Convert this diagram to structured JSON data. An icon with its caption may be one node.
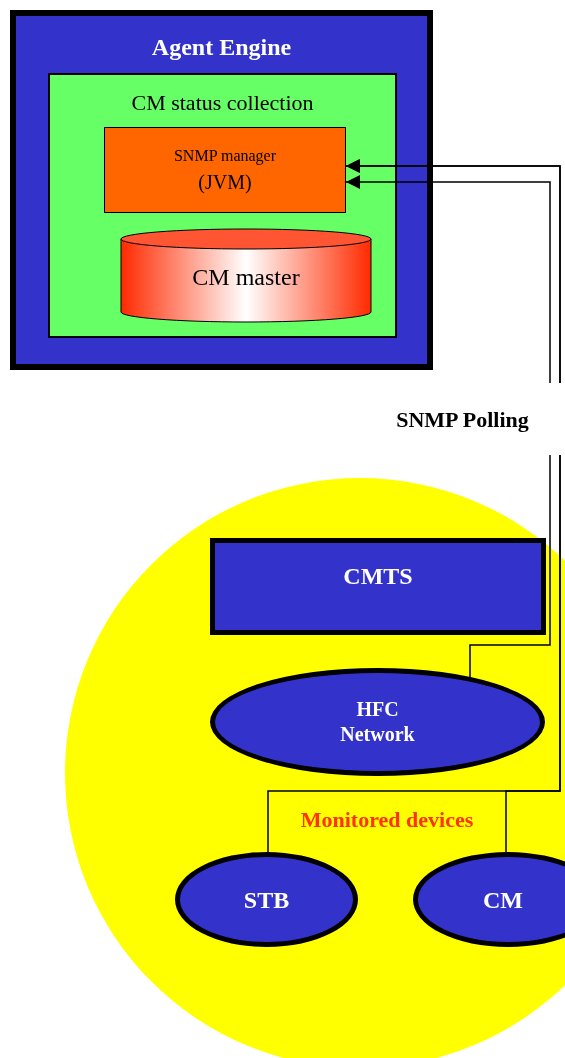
{
  "diagram": {
    "nodes": [
      {
        "text": [
          "Agent Engine"
        ]
      },
      {
        "text": [
          "CM status collection"
        ],
        "in": 0
      },
      {
        "text": [
          "SNMP manager",
          "(JVM)"
        ],
        "in": 1
      },
      {
        "text": [
          "CM master"
        ],
        "in": 1
      },
      {
        "text": [
          "Monitored devices"
        ]
      },
      {
        "text": [
          "CMTS"
        ],
        "in": 4
      },
      {
        "text": [
          "HFC Network"
        ],
        "in": 4
      },
      {
        "text": [
          "STB"
        ],
        "in": 4
      },
      {
        "text": [
          "CM"
        ],
        "in": 4
      }
    ],
    "edges": [
      {
        "from": 6,
        "to": 2,
        "arrow": "to"
      },
      {
        "from": 7,
        "to": 2,
        "arrow": "to"
      },
      {
        "from": 8,
        "to": 2,
        "arrow": "to"
      }
    ],
    "labels": [
      "SNMP Polling"
    ]
  }
}
